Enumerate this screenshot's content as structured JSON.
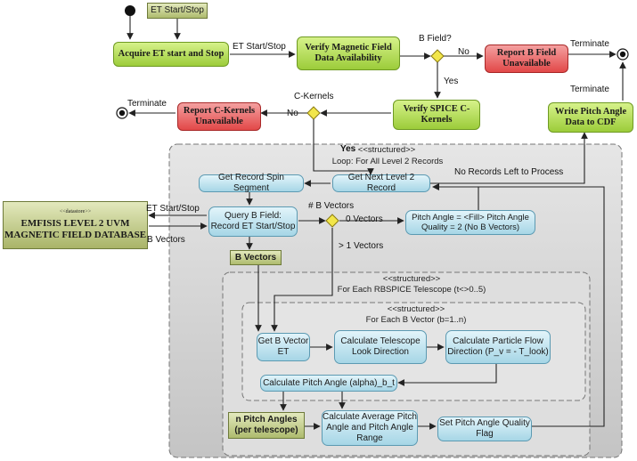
{
  "nodes": {
    "et_start_stop_note": "ET Start/Stop",
    "acquire_et": "Acquire ET start and Stop",
    "verify_mag": "Verify Magnetic Field Data Availability",
    "report_b": "Report B Field Unavailable",
    "verify_spice": "Verify SPICE C-Kernels",
    "report_ck": "Report C-Kernels Unavailable",
    "write_pitch": "Write Pitch Angle Data to CDF",
    "get_spin": "Get Record Spin Segment",
    "get_next": "Get Next Level 2 Record",
    "query_b": "Query B Field: Record ET Start/Stop",
    "pitch_fill": "Pitch Angle = <Fill> Pitch Angle Quality = 2 (No B Vectors)",
    "b_vectors_obj": "B Vectors",
    "db_stereotype": "<<datastore>>",
    "db_name": "EMFISIS LEVEL 2 UVM MAGNETIC FIELD DATABASE",
    "get_b_vector": "Get B Vector ET",
    "calc_look": "Calculate Telescope Look Direction",
    "calc_flow": "Calculate Particle Flow Direction (P_v = - T_look)",
    "calc_pitch": "Calculate Pitch Angle (alpha)_b_t",
    "n_pitch": "n Pitch Angles (per telescope)",
    "calc_avg": "Calculate Average Pitch Angle and Pitch Angle Range",
    "set_quality": "Set Pitch Angle Quality Flag"
  },
  "regions": {
    "outer_stereo": "<<structured>>",
    "outer_title": "Loop: For All Level 2 Records",
    "telescope_stereo": "<<structured>>",
    "telescope_title": "For Each RBSPICE Telescope (t<>0..5)",
    "bvector_stereo": "<<structured>>",
    "bvector_title": "For Each B Vector (b=1..n)"
  },
  "edge_labels": {
    "et_start_stop_1": "ET Start/Stop",
    "b_field_q": "B Field?",
    "no_1": "No",
    "yes_1": "Yes",
    "terminate_1": "Terminate",
    "terminate_2": "Terminate",
    "c_kernels": "C-Kernels",
    "no_2": "No",
    "terminate_3": "Terminate",
    "yes_2": "Yes",
    "no_records": "No Records Left to Process",
    "et_start_stop_2": "ET Start/Stop",
    "b_vectors_flow": "B Vectors",
    "num_b_vectors": "# B Vectors",
    "zero_vectors": "0 Vectors",
    "gt1_vectors": "> 1 Vectors"
  },
  "colors": {
    "action_green": "#9ccc3a",
    "error_red": "#e24848",
    "activity_blue": "#a6d6e6",
    "object_olive": "#aebb6e",
    "decision_yellow": "#f2e64a",
    "region_gray": "#d2d2d2"
  }
}
